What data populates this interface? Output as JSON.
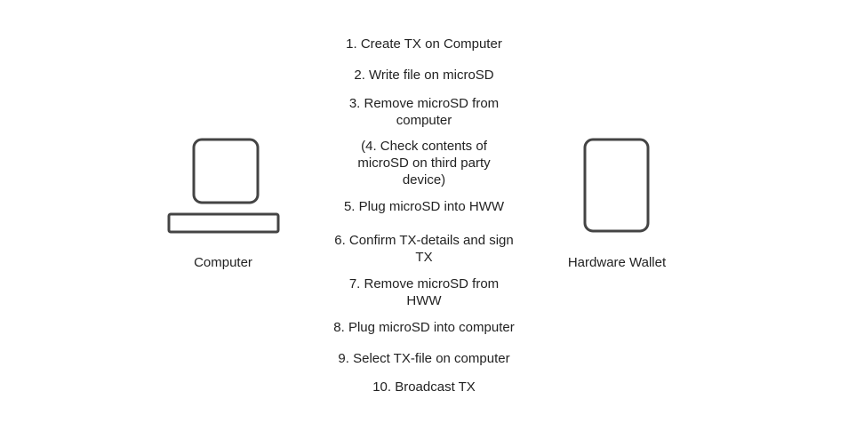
{
  "devices": {
    "computer": {
      "label": "Computer",
      "icon": "computer-icon"
    },
    "hardware_wallet": {
      "label": "Hardware Wallet",
      "icon": "hardware-wallet-icon"
    }
  },
  "steps": [
    {
      "text": "1. Create TX on Computer"
    },
    {
      "text": "2. Write file on microSD"
    },
    {
      "text": "3. Remove microSD from computer"
    },
    {
      "text": "(4. Check contents of microSD on third party device)"
    },
    {
      "text": "5. Plug microSD into HWW"
    },
    {
      "text": "6. Confirm TX-details and sign TX"
    },
    {
      "text": "7. Remove microSD from HWW"
    },
    {
      "text": "8. Plug microSD into computer"
    },
    {
      "text": "9. Select TX-file on computer"
    },
    {
      "text": "10. Broadcast TX"
    }
  ],
  "colors": {
    "outline": "#444444",
    "text": "#222222",
    "background": "#ffffff"
  }
}
